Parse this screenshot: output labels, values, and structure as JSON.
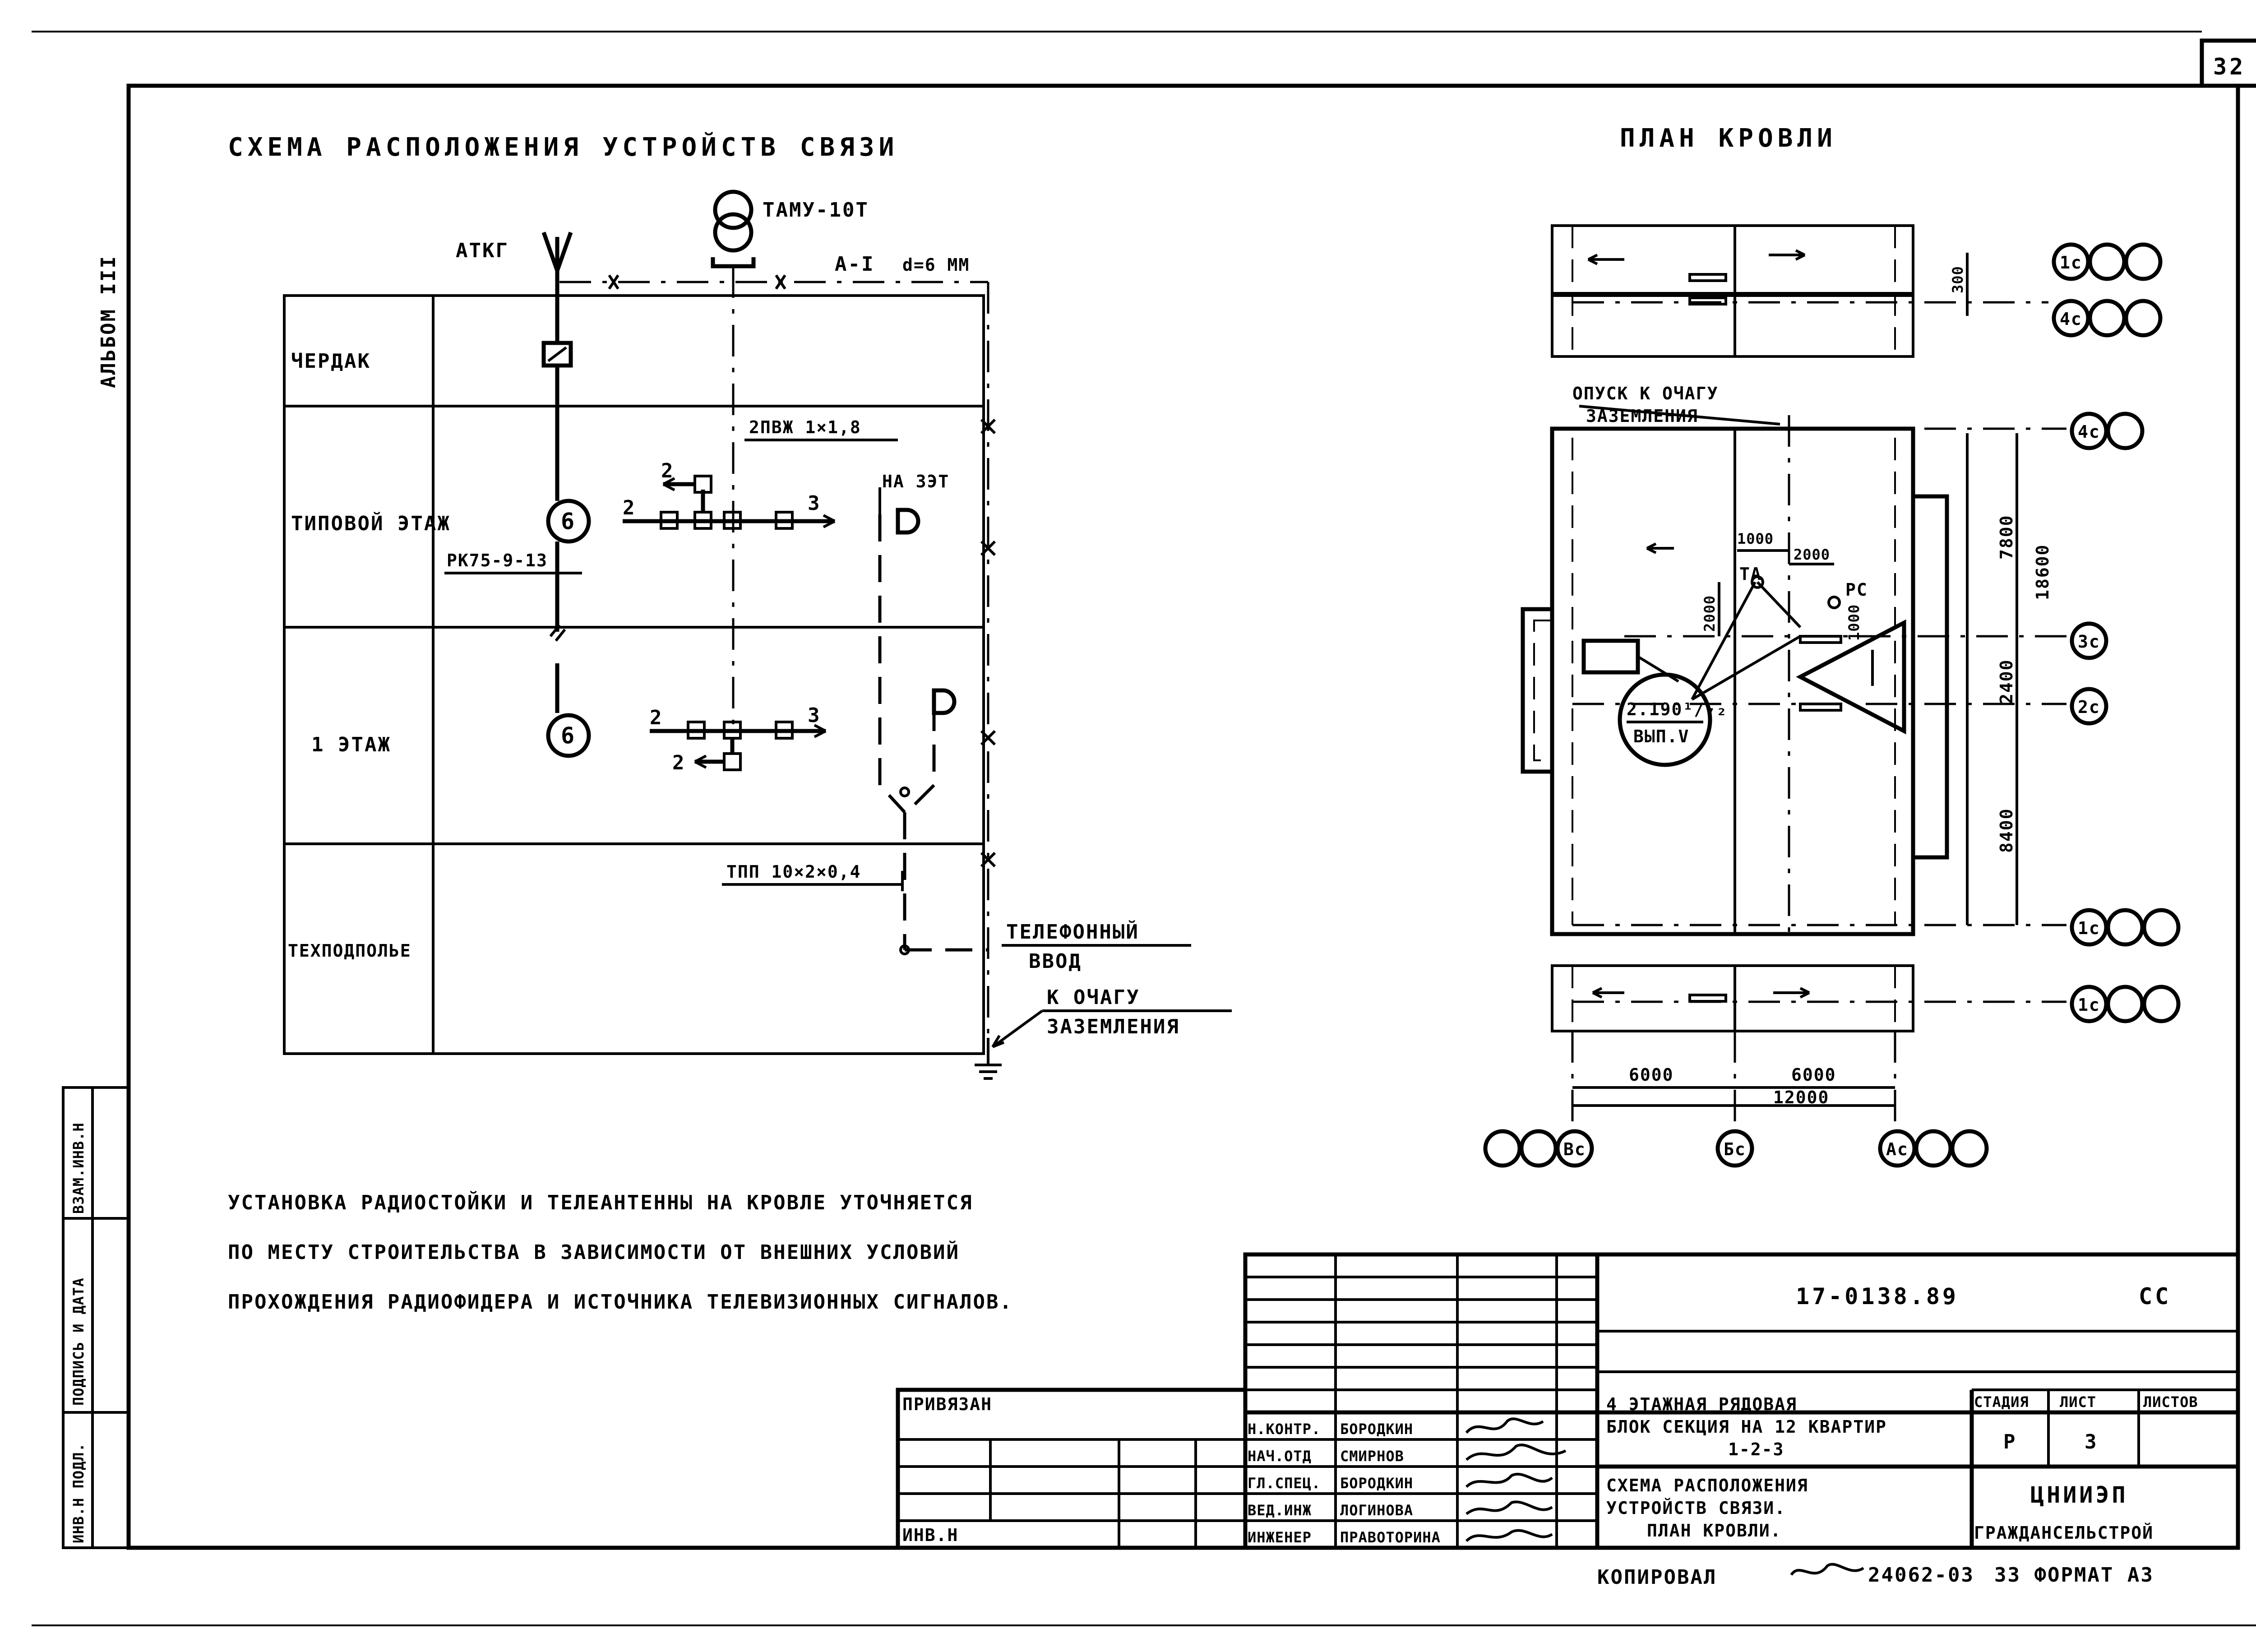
{
  "sheet_number": "32",
  "album_label": "АЛЬБОМ III",
  "scheme": {
    "title": "СХЕМА РАСПОЛОЖЕНИЯ УСТРОЙСТВ СВЯЗИ",
    "antenna_label": "АТКГ",
    "transformer_label": "ТАМУ-10Т",
    "wire_label": "А-I",
    "diameter_label": "d=6 ММ",
    "cable_pvzh": "2ПВЖ 1×1,8",
    "cable_rk": "РК75-9-13",
    "cable_tpp": "ТПП 10×2×0,4",
    "to_floor": "НА 3ЭТ",
    "phone_input": [
      "ТЕЛЕФОННЫЙ",
      "ВВОД"
    ],
    "to_ground": [
      "К ОЧАГУ",
      "ЗАЗЕМЛЕНИЯ"
    ],
    "floors": [
      "ЧЕРДАК",
      "ТИПОВОЙ ЭТАЖ",
      "1 ЭТАЖ",
      "ТЕХПОДПОЛЬЕ"
    ],
    "riser_number": "6",
    "branch_counts": [
      "2",
      "3"
    ]
  },
  "roof_plan": {
    "title": "ПЛАН КРОВЛИ",
    "descent_label": [
      "ОПУСК К ОЧАГУ",
      "ЗАЗЕМЛЕНИЯ"
    ],
    "ref_label": [
      "2.190¹/₇₂",
      "ВЫП.V"
    ],
    "marks": {
      "ta": "ТА",
      "rs": "РС"
    },
    "dims": {
      "d300": "300",
      "d7800": "7800",
      "d18600": "18600",
      "d2400": "2400",
      "d8400": "8400",
      "d1000a": "1000",
      "d2000a": "2000",
      "d2000b": "2000",
      "d1000b": "1000",
      "d6000a": "6000",
      "d6000b": "6000",
      "d12000": "12000"
    },
    "axes_right": [
      "1с",
      "4с",
      "4с",
      "3с",
      "2с",
      "1с",
      "1с"
    ],
    "axes_bottom": [
      "Вс",
      "Бс",
      "Ас"
    ]
  },
  "note": [
    "УСТАНОВКА РАДИОСТОЙКИ И ТЕЛЕАНТЕННЫ НА КРОВЛЕ УТОЧНЯЕТСЯ",
    "ПО МЕСТУ СТРОИТЕЛЬСТВА В ЗАВИСИМОСТИ ОТ ВНЕШНИХ УСЛОВИЙ",
    "ПРОХОЖДЕНИЯ РАДИОФИДЕРА И ИСТОЧНИКА ТЕЛЕВИЗИОННЫХ СИГНАЛОВ."
  ],
  "side_stamp": [
    "ИНВ.Н ПОДЛ.",
    "ПОДПИСЬ И ДАТА",
    "ВЗАМ.ИНВ.Н"
  ],
  "title_block": {
    "doc_code": "17-0138.89",
    "doc_suffix": "СС",
    "project": [
      "4 ЭТАЖНАЯ РЯДОВАЯ",
      "БЛОК СЕКЦИЯ НА 12 КВАРТИР",
      "1-2-3"
    ],
    "sheet_title": [
      "СХЕМА РАСПОЛОЖЕНИЯ",
      "УСТРОЙСТВ СВЯЗИ.",
      "ПЛАН КРОВЛИ."
    ],
    "stage_header": "СТАДИЯ",
    "sheet_header": "ЛИСТ",
    "sheets_header": "ЛИСТОВ",
    "stage": "Р",
    "sheet": "3",
    "org": [
      "ЦНИИЭП",
      "ГРАЖДАНСЕЛЬСТРОЙ"
    ],
    "attached": "ПРИВЯЗАН",
    "inv": "ИНВ.Н",
    "roles": [
      "Н.КОНТР.",
      "НАЧ.ОТД",
      "ГЛ.СПЕЦ.",
      "ВЕД.ИНЖ",
      "ИНЖЕНЕР"
    ],
    "names": [
      "БОРОДКИН",
      "СМИРНОВ",
      "БОРОДКИН",
      "ЛОГИНОВА",
      "ПРАВОТОРИНА"
    ]
  },
  "footer": {
    "copied": "КОПИРОВАЛ",
    "code": "24062-03",
    "format": "33 ФОРМАТ А3"
  }
}
